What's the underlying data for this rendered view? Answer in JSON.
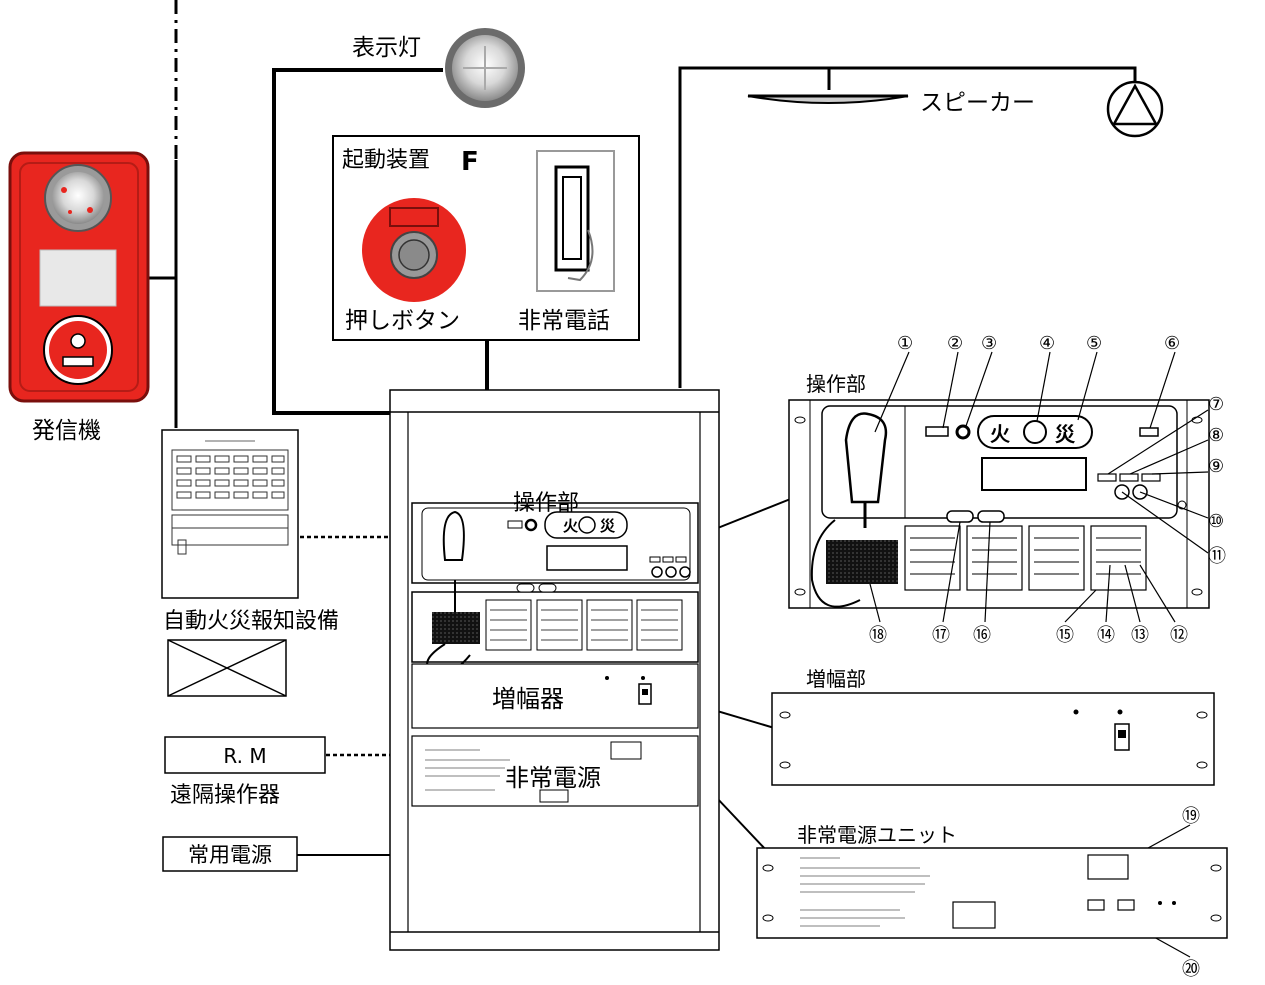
{
  "labels": {
    "indicator_lamp": "表示灯",
    "speaker": "スピーカー",
    "transmitter": "発信機",
    "starter_device": "起動装置",
    "starter_mark": "F",
    "push_button": "押しボタン",
    "emergency_phone": "非常電話",
    "operation_unit": "操作部",
    "operation_unit_panel": "操作部",
    "amplifier": "増幅器",
    "amplifier_unit": "増幅部",
    "emergency_power": "非常電源",
    "emergency_power_unit": "非常電源ユニット",
    "auto_fire_alarm": "自動火災報知設備",
    "rm_box": "R. M",
    "remote_operator": "遠隔操作器",
    "normal_power": "常用電源",
    "fire_left": "火",
    "fire_right": "災"
  },
  "callouts": [
    "①",
    "②",
    "③",
    "④",
    "⑤",
    "⑥",
    "⑦",
    "⑧",
    "⑨",
    "⑩",
    "⑪",
    "⑫",
    "⑬",
    "⑭",
    "⑮",
    "⑯",
    "⑰",
    "⑱",
    "⑲",
    "⑳"
  ],
  "colors": {
    "transmitter_red": "#e8261f",
    "button_red": "#e8261f",
    "line": "#000000"
  }
}
